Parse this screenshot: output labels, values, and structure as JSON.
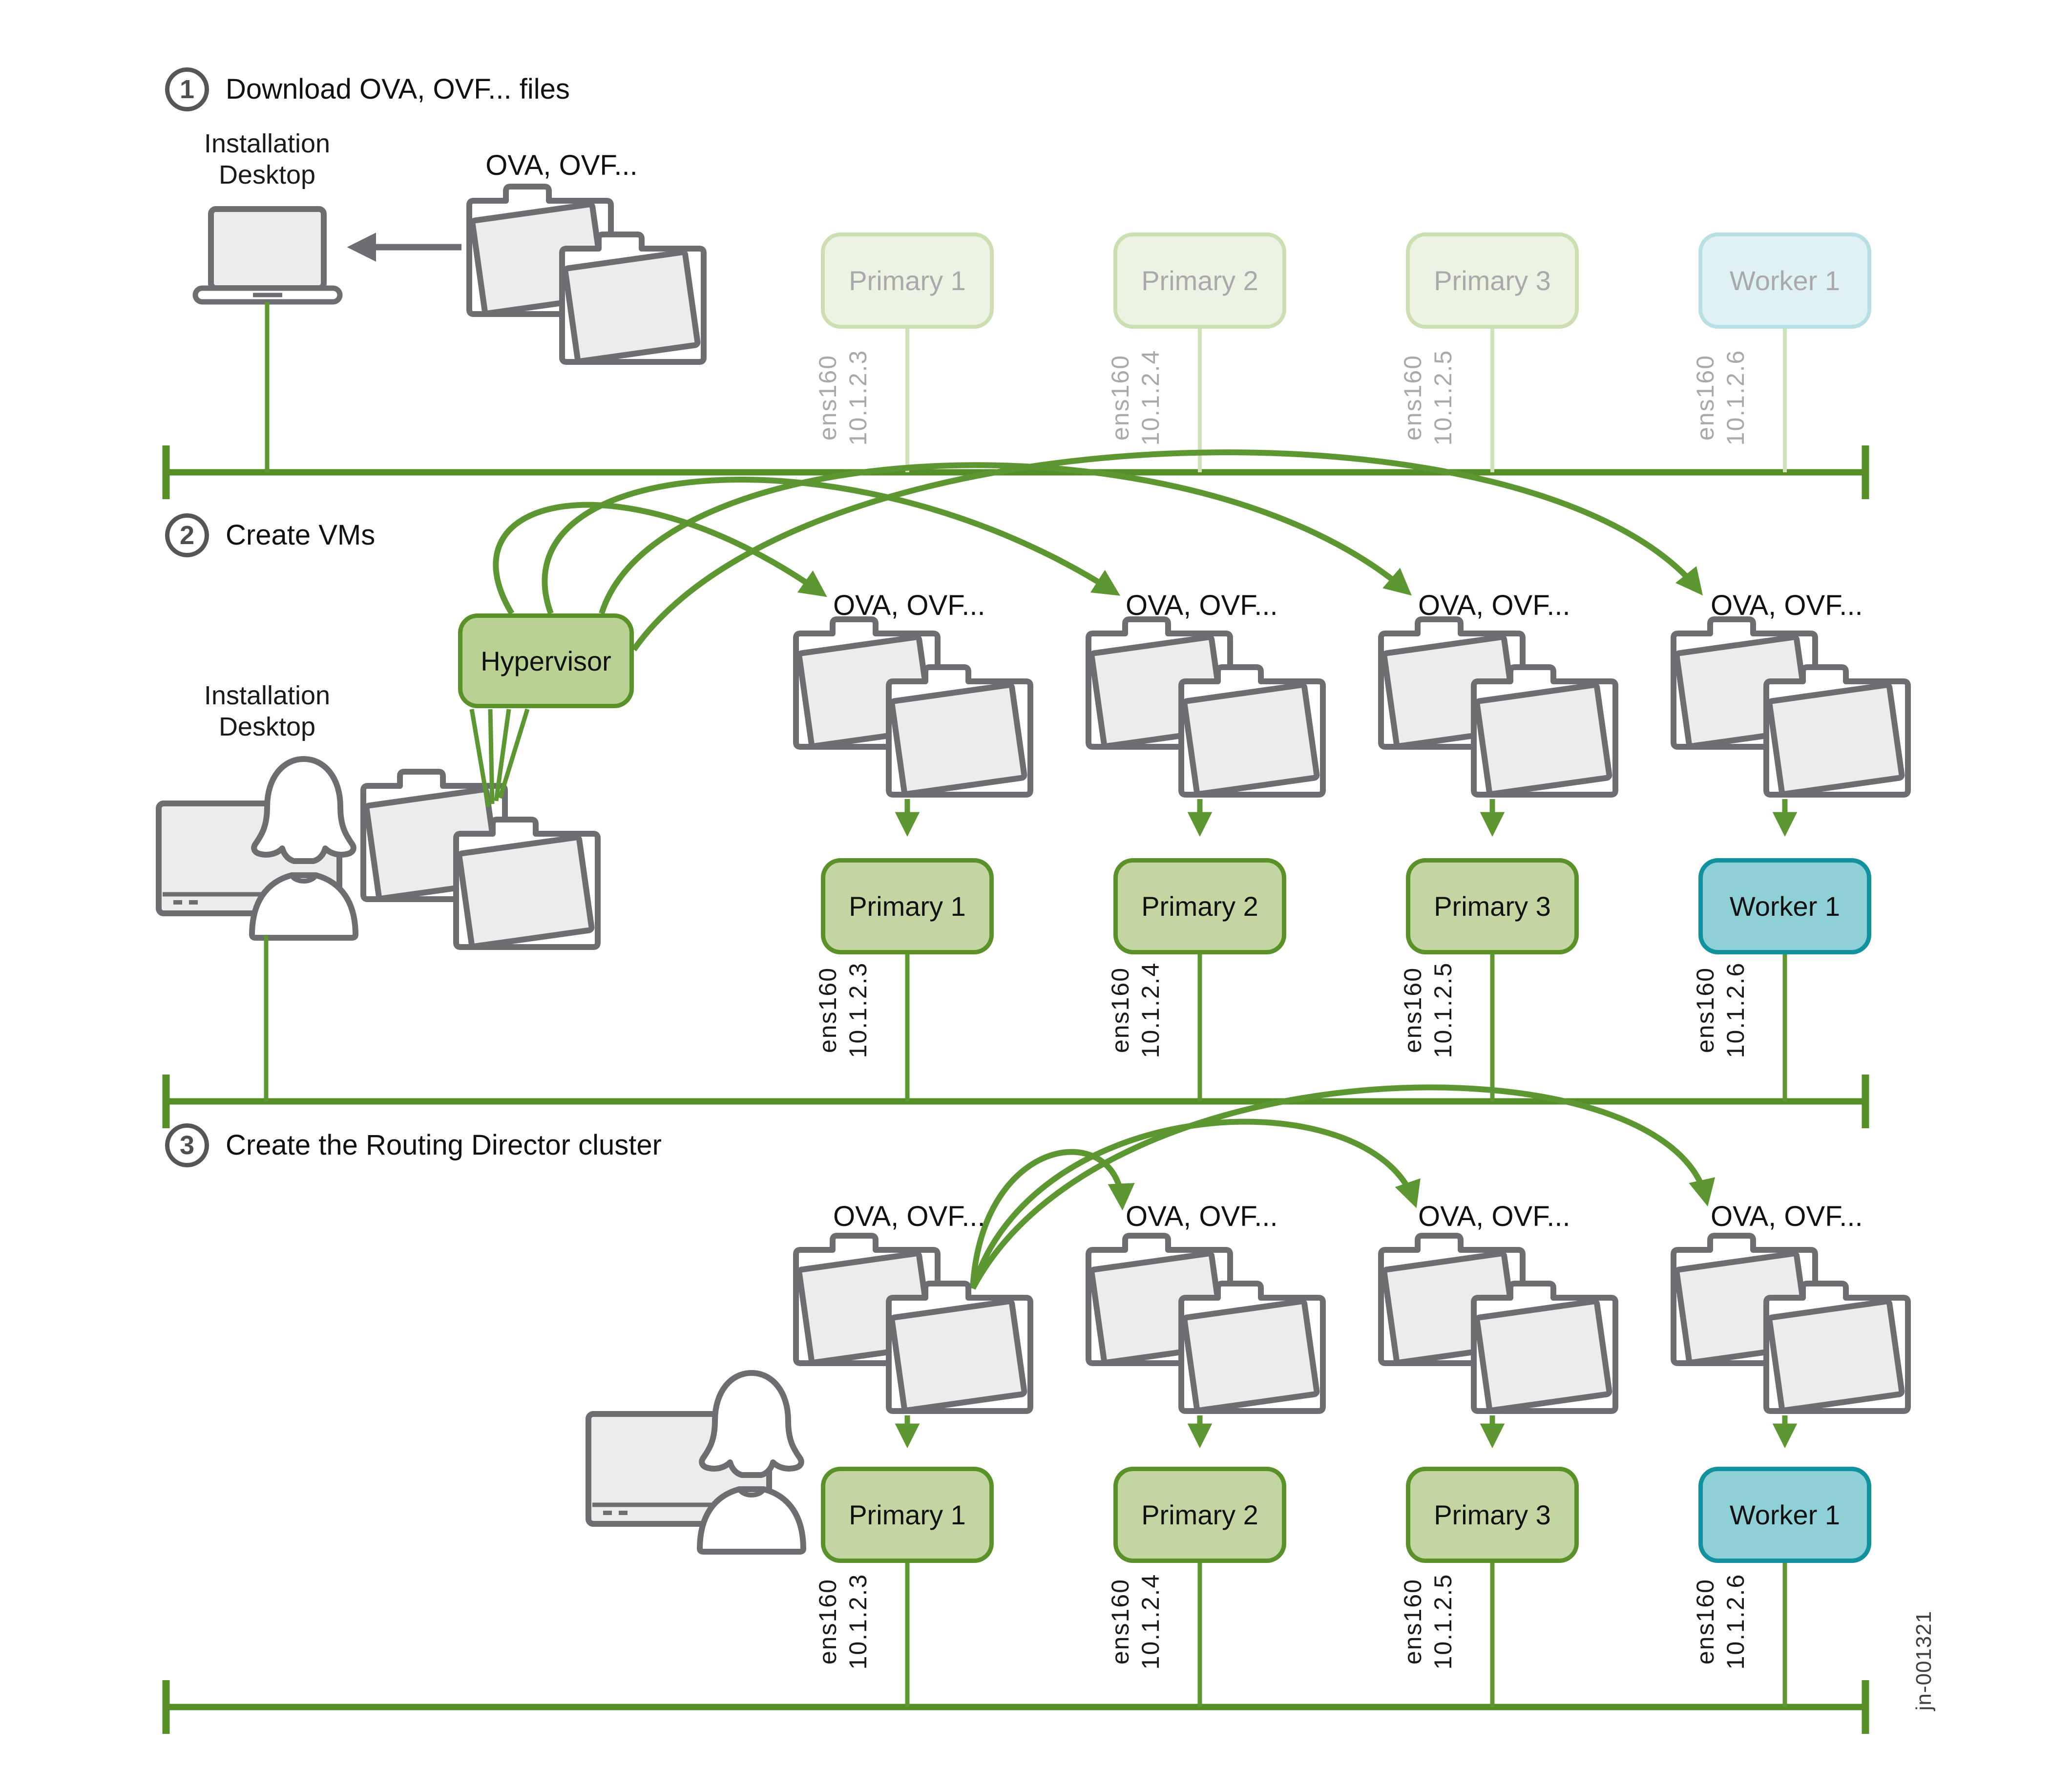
{
  "figure": {
    "id_label": "jn-001321"
  },
  "steps": [
    {
      "number": "1",
      "title": "Download OVA, OVF... files"
    },
    {
      "number": "2",
      "title": "Create VMs"
    },
    {
      "number": "3",
      "title": "Create the Routing Director cluster"
    }
  ],
  "labels": {
    "installation_desktop": {
      "line1": "Installation",
      "line2": "Desktop"
    },
    "ova_files": "OVA, OVF...",
    "hypervisor": "Hypervisor"
  },
  "vms": [
    {
      "name": "Primary 1",
      "interface": "ens160",
      "ip": "10.1.2.3",
      "role": "primary"
    },
    {
      "name": "Primary 2",
      "interface": "ens160",
      "ip": "10.1.2.4",
      "role": "primary"
    },
    {
      "name": "Primary 3",
      "interface": "ens160",
      "ip": "10.1.2.5",
      "role": "primary"
    },
    {
      "name": "Worker 1",
      "interface": "ens160",
      "ip": "10.1.2.6",
      "role": "worker"
    }
  ],
  "icons": [
    "laptop-icon",
    "folder-pair-icon",
    "desktop-monitor-icon",
    "user-person-icon",
    "download-arrow-icon",
    "deploy-arrow-icon",
    "network-bus-line"
  ],
  "colors": {
    "green_line": "#5d9732",
    "bus_green": "#568e28",
    "primary_fill": "#c3d6a1",
    "primary_border": "#5a9129",
    "worker_fill": "#8ed0d5",
    "worker_border": "#12919e",
    "hypervisor_fill": "#b9d192",
    "faded_primary_fill": "#edf3e3",
    "faded_primary_border": "#cbdfb3",
    "faded_worker_fill": "#e0f1f3",
    "faded_worker_border": "#b8e0e4",
    "icon_gray": "#6d6e71",
    "muted_text": "#a7a9ab"
  }
}
